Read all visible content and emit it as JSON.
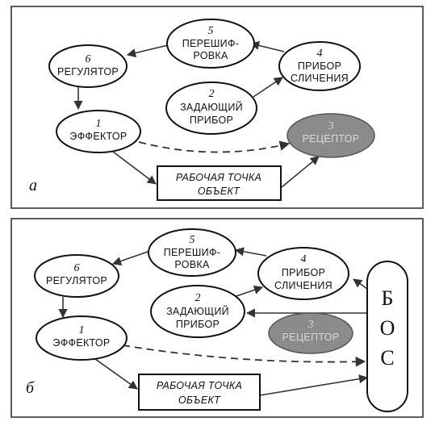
{
  "panel_a": {
    "letter": "а",
    "nodes": {
      "n5": {
        "num": "5",
        "line1": "ПЕРЕШИФ-",
        "line2": "РОВКА"
      },
      "n6": {
        "num": "6",
        "line1": "РЕГУЛЯТОР"
      },
      "n4": {
        "num": "4",
        "line1": "ПРИБОР",
        "line2": "СЛИЧЕНИЯ"
      },
      "n2": {
        "num": "2",
        "line1": "ЗАДАЮЩИЙ",
        "line2": "ПРИБОР"
      },
      "n1": {
        "num": "1",
        "line1": "ЭФФЕКТОР"
      },
      "n3": {
        "num": "3",
        "line1": "РЕЦЕПТОР"
      }
    },
    "box": {
      "line1": "РАБОЧАЯ ТОЧКА",
      "line2": "ОБЪЕКТ"
    }
  },
  "panel_b": {
    "letter": "б",
    "nodes": {
      "n5": {
        "num": "5",
        "line1": "ПЕРЕШИФ-",
        "line2": "РОВКА"
      },
      "n6": {
        "num": "6",
        "line1": "РЕГУЛЯТОР"
      },
      "n4": {
        "num": "4",
        "line1": "ПРИБОР",
        "line2": "СЛИЧЕНИЯ"
      },
      "n2": {
        "num": "2",
        "line1": "ЗАДАЮЩИЙ",
        "line2": "ПРИБОР"
      },
      "n1": {
        "num": "1",
        "line1": "ЭФФЕКТОР"
      },
      "n3": {
        "num": "3",
        "line1": "РЕЦЕПТОР"
      }
    },
    "box": {
      "line1": "РАБОЧАЯ ТОЧКА",
      "line2": "ОБЪЕКТ"
    },
    "bos": {
      "l1": "Б",
      "l2": "О",
      "l3": "С"
    }
  },
  "colors": {
    "ink": "#111111",
    "grey_fill": "#8f8f8f",
    "grey_text": "#d9d9d9",
    "frame": "#333333"
  }
}
